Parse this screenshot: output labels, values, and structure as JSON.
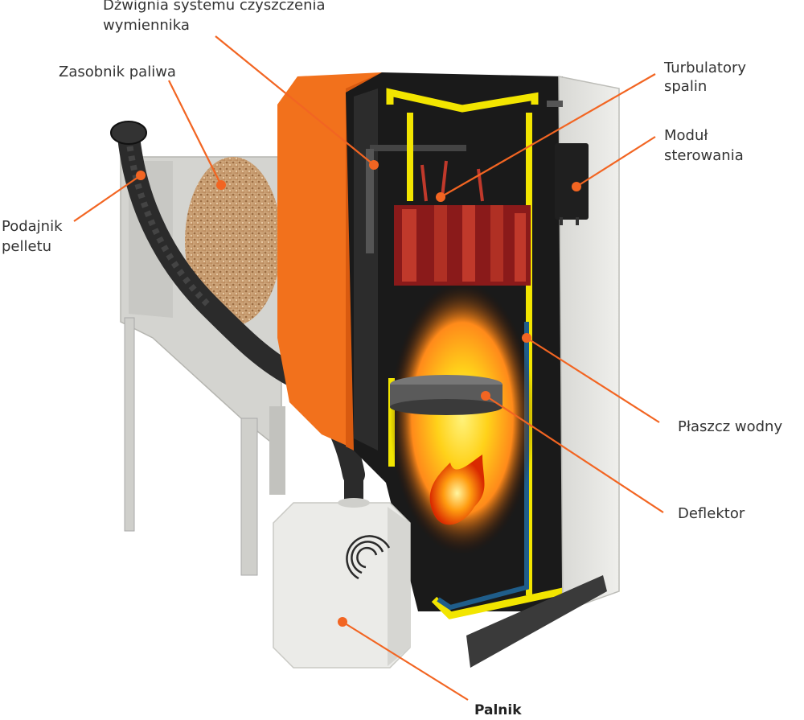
{
  "labels": {
    "exchanger_lever_line1": "Dźwignia systemu czyszczenia",
    "exchanger_lever_line2": "wymiennika",
    "fuel_hopper": "Zasobnik paliwa",
    "pellet_feeder_line1": "Podajnik",
    "pellet_feeder_line2": "pelletu",
    "turbulators_line1": "Turbulatory",
    "turbulators_line2": "spalin",
    "control_module_line1": "Moduł",
    "control_module_line2": "sterowania",
    "water_jacket": "Płaszcz wodny",
    "deflector": "Deflektor",
    "burner": "Palnik"
  },
  "colors": {
    "leader": "#f26522",
    "marker": "#f26522",
    "casing_orange": "#f2711c",
    "casing_gray": "#e6e6e3",
    "water_jacket_yellow": "#f2e500",
    "heat_glow": "#ffd21a",
    "turbulator_red": "#c0392b"
  }
}
